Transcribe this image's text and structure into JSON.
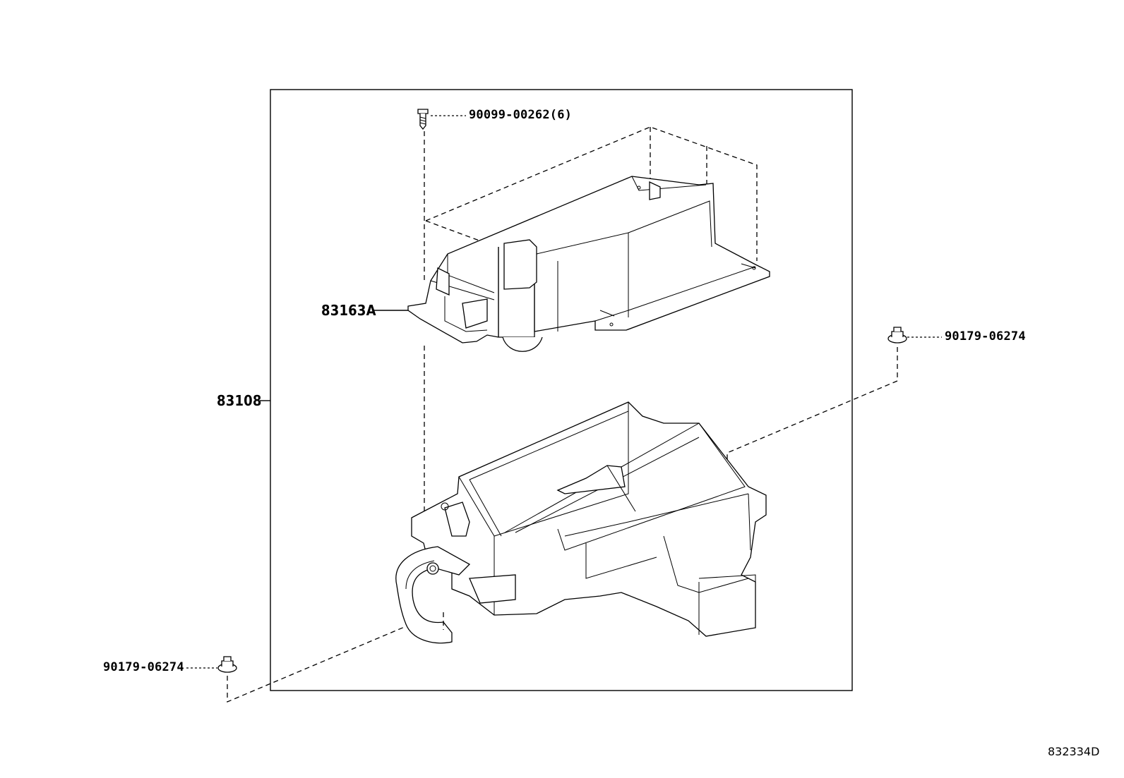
{
  "diagram": {
    "labels": {
      "screw": "90099-00262(6)",
      "upper_case": "83163A",
      "assembly": "83108",
      "clip_right": "90179-06274",
      "clip_left": "90179-06274"
    },
    "reference_code": "832334D"
  }
}
